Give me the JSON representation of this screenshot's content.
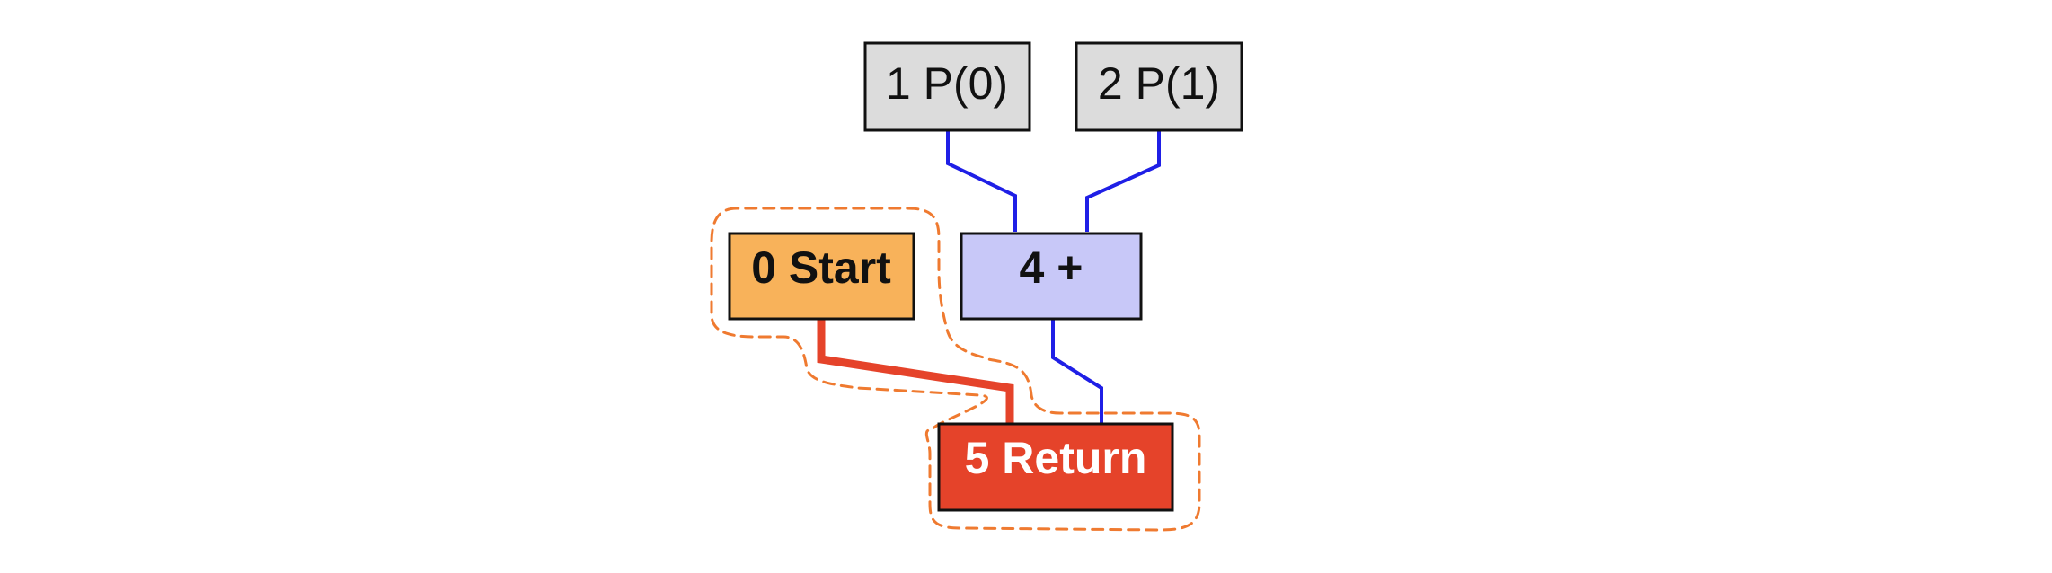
{
  "colors": {
    "param_fill": "#dcdcdc",
    "add_fill": "#c8c8f8",
    "start_fill": "#f8b25a",
    "return_fill": "#e5432a",
    "data_edge": "#1f1fe6",
    "control_edge": "#e5432a",
    "group_outline": "#ef7a30",
    "text_dark": "#111111",
    "text_light": "#ffffff"
  },
  "nodes": {
    "param0": {
      "label": "1 P(0)"
    },
    "param1": {
      "label": "2 P(1)"
    },
    "start": {
      "label": "0 Start"
    },
    "add": {
      "label": "4 +"
    },
    "ret": {
      "label": "5 Return"
    }
  },
  "edges": [
    {
      "from": "1 P(0)",
      "to": "4 +",
      "kind": "data"
    },
    {
      "from": "2 P(1)",
      "to": "4 +",
      "kind": "data"
    },
    {
      "from": "4 +",
      "to": "5 Return",
      "kind": "data"
    },
    {
      "from": "0 Start",
      "to": "5 Return",
      "kind": "control"
    }
  ]
}
